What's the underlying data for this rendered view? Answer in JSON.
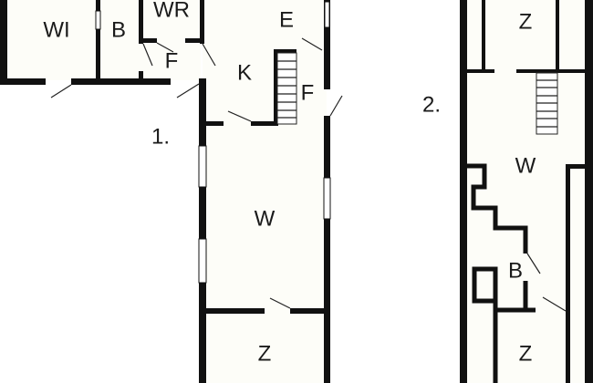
{
  "floor_plan": {
    "floors": [
      {
        "number": "1.",
        "rooms": [
          "WI",
          "B",
          "WR",
          "F",
          "E",
          "K",
          "F",
          "W",
          "Z"
        ]
      },
      {
        "number": "2.",
        "rooms": [
          "Z",
          "W",
          "B",
          "Z"
        ]
      }
    ]
  }
}
